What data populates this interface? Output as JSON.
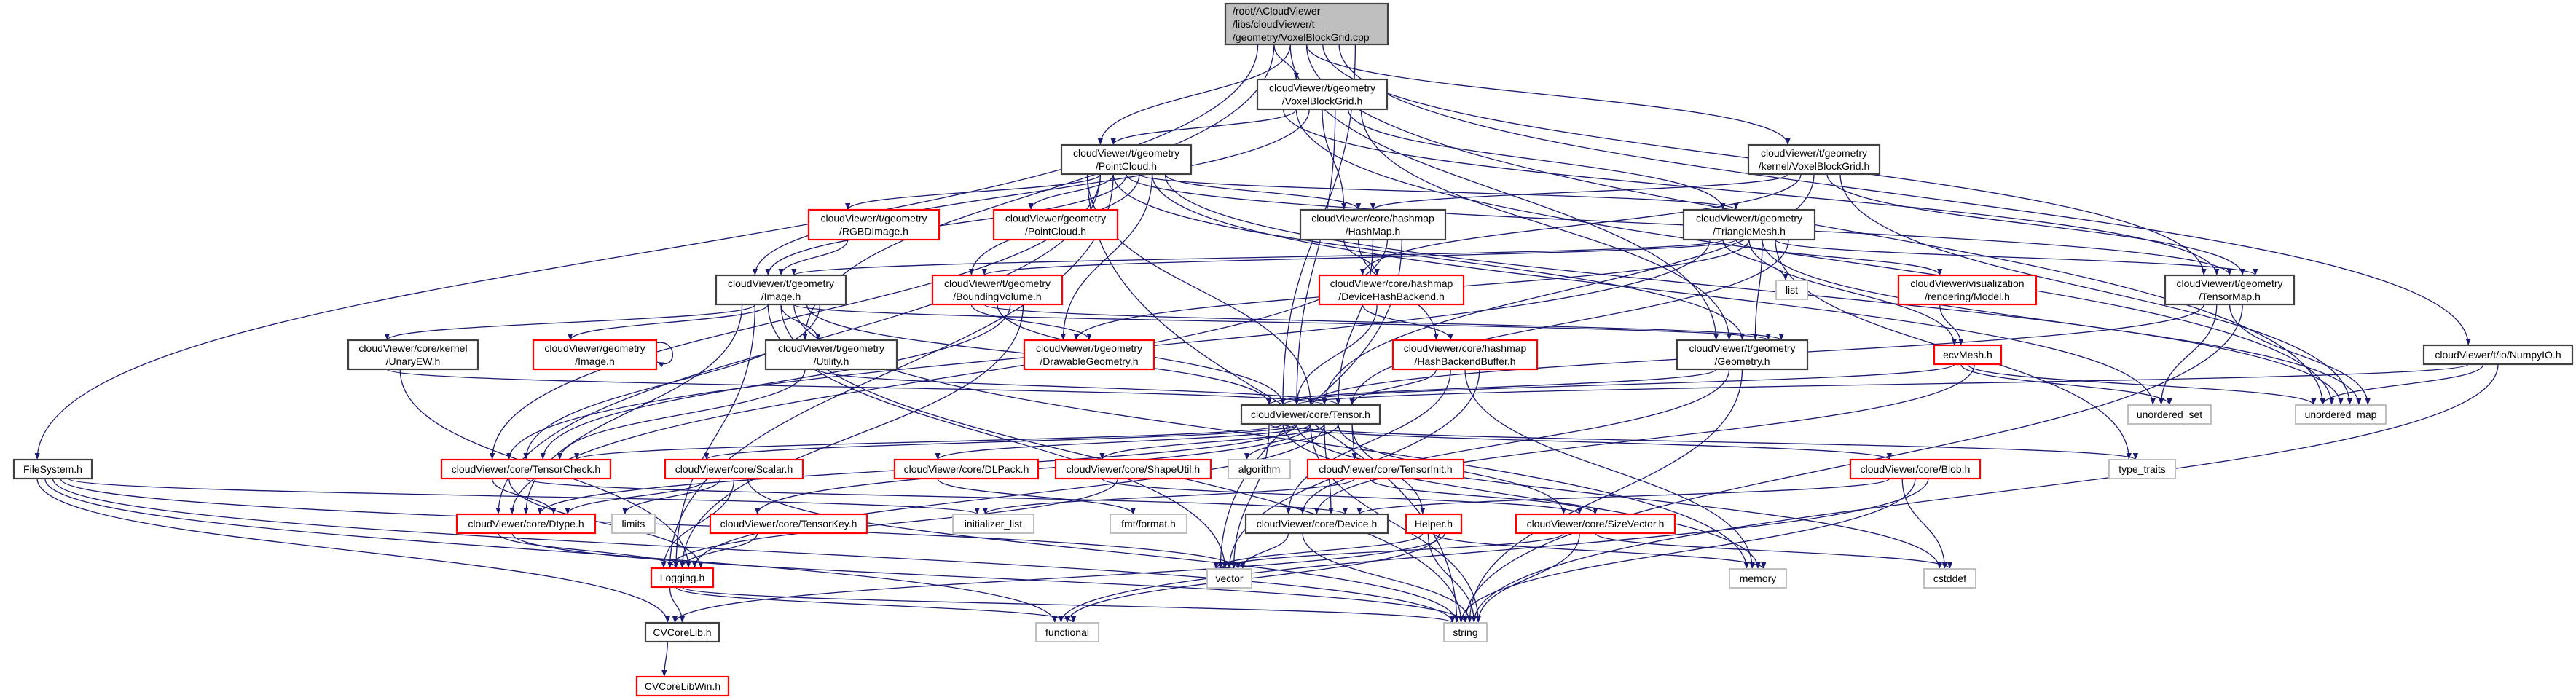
{
  "colors": {
    "edge": "#191970",
    "documented_border": "#404040",
    "truncated_border": "#ff0000",
    "system_border": "#bfbfbf",
    "root_fill": "#bfbfbf",
    "node_fill": "#ffffff"
  },
  "graph": {
    "nodes": [
      {
        "lines": [
          "/root/ACloudViewer",
          "/libs/cloudViewer/t",
          "/geometry/VoxelBlockGrid.cpp"
        ],
        "kind": "root"
      },
      {
        "lines": [
          "cloudViewer/t/geometry",
          "/VoxelBlockGrid.h"
        ],
        "kind": "documented"
      },
      {
        "lines": [
          "cloudViewer/t/geometry",
          "/PointCloud.h"
        ],
        "kind": "documented"
      },
      {
        "lines": [
          "cloudViewer/t/geometry",
          "/kernel/VoxelBlockGrid.h"
        ],
        "kind": "documented"
      },
      {
        "lines": [
          "cloudViewer/t/geometry",
          "/RGBDImage.h"
        ],
        "kind": "truncated"
      },
      {
        "lines": [
          "cloudViewer/geometry",
          "/PointCloud.h"
        ],
        "kind": "truncated"
      },
      {
        "lines": [
          "cloudViewer/core/hashmap",
          "/HashMap.h"
        ],
        "kind": "documented"
      },
      {
        "lines": [
          "cloudViewer/t/geometry",
          "/TriangleMesh.h"
        ],
        "kind": "documented"
      },
      {
        "lines": [
          "cloudViewer/t/geometry",
          "/Image.h"
        ],
        "kind": "documented"
      },
      {
        "lines": [
          "cloudViewer/t/geometry",
          "/BoundingVolume.h"
        ],
        "kind": "truncated"
      },
      {
        "lines": [
          "cloudViewer/core/hashmap",
          "/DeviceHashBackend.h"
        ],
        "kind": "truncated"
      },
      {
        "lines": [
          "list"
        ],
        "kind": "system"
      },
      {
        "lines": [
          "cloudViewer/visualization",
          "/rendering/Model.h"
        ],
        "kind": "truncated"
      },
      {
        "lines": [
          "cloudViewer/t/geometry",
          "/TensorMap.h"
        ],
        "kind": "documented"
      },
      {
        "lines": [
          "cloudViewer/core/kernel",
          "/UnaryEW.h"
        ],
        "kind": "documented"
      },
      {
        "lines": [
          "cloudViewer/geometry",
          "/Image.h"
        ],
        "kind": "truncated"
      },
      {
        "lines": [
          "cloudViewer/t/geometry",
          "/Utility.h"
        ],
        "kind": "documented"
      },
      {
        "lines": [
          "cloudViewer/t/geometry",
          "/DrawableGeometry.h"
        ],
        "kind": "truncated"
      },
      {
        "lines": [
          "cloudViewer/core/hashmap",
          "/HashBackendBuffer.h"
        ],
        "kind": "truncated"
      },
      {
        "lines": [
          "cloudViewer/t/geometry",
          "/Geometry.h"
        ],
        "kind": "documented"
      },
      {
        "lines": [
          "ecvMesh.h"
        ],
        "kind": "truncated"
      },
      {
        "lines": [
          "cloudViewer/t/io/NumpyIO.h"
        ],
        "kind": "documented"
      },
      {
        "lines": [
          "cloudViewer/core/Tensor.h"
        ],
        "kind": "documented"
      },
      {
        "lines": [
          "unordered_set"
        ],
        "kind": "system"
      },
      {
        "lines": [
          "unordered_map"
        ],
        "kind": "system"
      },
      {
        "lines": [
          "FileSystem.h"
        ],
        "kind": "documented"
      },
      {
        "lines": [
          "cloudViewer/core/TensorCheck.h"
        ],
        "kind": "truncated"
      },
      {
        "lines": [
          "cloudViewer/core/Scalar.h"
        ],
        "kind": "truncated"
      },
      {
        "lines": [
          "cloudViewer/core/DLPack.h"
        ],
        "kind": "truncated"
      },
      {
        "lines": [
          "cloudViewer/core/ShapeUtil.h"
        ],
        "kind": "truncated"
      },
      {
        "lines": [
          "algorithm"
        ],
        "kind": "system"
      },
      {
        "lines": [
          "cloudViewer/core/TensorInit.h"
        ],
        "kind": "truncated"
      },
      {
        "lines": [
          "cloudViewer/core/Blob.h"
        ],
        "kind": "truncated"
      },
      {
        "lines": [
          "type_traits"
        ],
        "kind": "system"
      },
      {
        "lines": [
          "cloudViewer/core/Dtype.h"
        ],
        "kind": "truncated"
      },
      {
        "lines": [
          "limits"
        ],
        "kind": "system"
      },
      {
        "lines": [
          "cloudViewer/core/TensorKey.h"
        ],
        "kind": "truncated"
      },
      {
        "lines": [
          "initializer_list"
        ],
        "kind": "system"
      },
      {
        "lines": [
          "fmt/format.h"
        ],
        "kind": "system"
      },
      {
        "lines": [
          "cloudViewer/core/Device.h"
        ],
        "kind": "documented"
      },
      {
        "lines": [
          "Helper.h"
        ],
        "kind": "truncated"
      },
      {
        "lines": [
          "cloudViewer/core/SizeVector.h"
        ],
        "kind": "truncated"
      },
      {
        "lines": [
          "vector"
        ],
        "kind": "system"
      },
      {
        "lines": [
          "memory"
        ],
        "kind": "system"
      },
      {
        "lines": [
          "cstddef"
        ],
        "kind": "system"
      },
      {
        "lines": [
          "Logging.h"
        ],
        "kind": "truncated"
      },
      {
        "lines": [
          "functional"
        ],
        "kind": "system"
      },
      {
        "lines": [
          "string"
        ],
        "kind": "system"
      },
      {
        "lines": [
          "CVCoreLib.h"
        ],
        "kind": "documented"
      },
      {
        "lines": [
          "CVCoreLibWin.h"
        ],
        "kind": "truncated"
      }
    ],
    "edges": [
      [
        0,
        1
      ],
      [
        0,
        2
      ],
      [
        0,
        3
      ],
      [
        0,
        13
      ],
      [
        0,
        21
      ],
      [
        0,
        22
      ],
      [
        0,
        25
      ],
      [
        0,
        16
      ],
      [
        0,
        19
      ],
      [
        0,
        24
      ],
      [
        1,
        2
      ],
      [
        1,
        8
      ],
      [
        1,
        6
      ],
      [
        1,
        22
      ],
      [
        1,
        7
      ],
      [
        1,
        19
      ],
      [
        1,
        13
      ],
      [
        1,
        24
      ],
      [
        2,
        4
      ],
      [
        2,
        5
      ],
      [
        2,
        8
      ],
      [
        2,
        9
      ],
      [
        2,
        17
      ],
      [
        2,
        6
      ],
      [
        2,
        22
      ],
      [
        2,
        26
      ],
      [
        2,
        19
      ],
      [
        2,
        13
      ],
      [
        2,
        7
      ],
      [
        2,
        23
      ],
      [
        2,
        24
      ],
      [
        2,
        47
      ],
      [
        2,
        34
      ],
      [
        2,
        45
      ],
      [
        3,
        6
      ],
      [
        3,
        10
      ],
      [
        3,
        22
      ],
      [
        3,
        13
      ],
      [
        3,
        24
      ],
      [
        4,
        8
      ],
      [
        6,
        10
      ],
      [
        6,
        18
      ],
      [
        6,
        22
      ],
      [
        6,
        34
      ],
      [
        6,
        42
      ],
      [
        7,
        8
      ],
      [
        7,
        9
      ],
      [
        7,
        17
      ],
      [
        7,
        19
      ],
      [
        7,
        13
      ],
      [
        7,
        22
      ],
      [
        7,
        26
      ],
      [
        7,
        11
      ],
      [
        7,
        12
      ],
      [
        7,
        20
      ],
      [
        7,
        24
      ],
      [
        7,
        33
      ],
      [
        8,
        14
      ],
      [
        8,
        15
      ],
      [
        8,
        16
      ],
      [
        8,
        19
      ],
      [
        8,
        22
      ],
      [
        8,
        26
      ],
      [
        8,
        34
      ],
      [
        8,
        45
      ],
      [
        8,
        42
      ],
      [
        8,
        47
      ],
      [
        8,
        43
      ],
      [
        9,
        17
      ],
      [
        9,
        19
      ],
      [
        9,
        22
      ],
      [
        9,
        26
      ],
      [
        9,
        45
      ],
      [
        10,
        18
      ],
      [
        10,
        22
      ],
      [
        12,
        20
      ],
      [
        13,
        22
      ],
      [
        13,
        23
      ],
      [
        13,
        24
      ],
      [
        13,
        47
      ],
      [
        14,
        22
      ],
      [
        14,
        45
      ],
      [
        15,
        15
      ],
      [
        16,
        26
      ],
      [
        16,
        22
      ],
      [
        18,
        22
      ],
      [
        18,
        39
      ],
      [
        18,
        43
      ],
      [
        18,
        42
      ],
      [
        19,
        22
      ],
      [
        19,
        39
      ],
      [
        19,
        47
      ],
      [
        20,
        22
      ],
      [
        20,
        23
      ],
      [
        20,
        24
      ],
      [
        20,
        39
      ],
      [
        21,
        22
      ],
      [
        21,
        24
      ],
      [
        21,
        47
      ],
      [
        22,
        26
      ],
      [
        22,
        27
      ],
      [
        22,
        28
      ],
      [
        22,
        29
      ],
      [
        22,
        30
      ],
      [
        22,
        31
      ],
      [
        22,
        32
      ],
      [
        22,
        33
      ],
      [
        22,
        34
      ],
      [
        22,
        36
      ],
      [
        22,
        39
      ],
      [
        22,
        41
      ],
      [
        22,
        40
      ],
      [
        22,
        42
      ],
      [
        22,
        43
      ],
      [
        22,
        44
      ],
      [
        22,
        47
      ],
      [
        22,
        45
      ],
      [
        25,
        48
      ],
      [
        25,
        46
      ],
      [
        25,
        47
      ],
      [
        25,
        42
      ],
      [
        25,
        37
      ],
      [
        26,
        34
      ],
      [
        26,
        45
      ],
      [
        26,
        39
      ],
      [
        27,
        34
      ],
      [
        27,
        35
      ],
      [
        27,
        45
      ],
      [
        27,
        47
      ],
      [
        28,
        38
      ],
      [
        29,
        41
      ],
      [
        29,
        45
      ],
      [
        31,
        37
      ],
      [
        31,
        41
      ],
      [
        32,
        39
      ],
      [
        32,
        44
      ],
      [
        32,
        47
      ],
      [
        32,
        46
      ],
      [
        34,
        45
      ],
      [
        34,
        47
      ],
      [
        36,
        45
      ],
      [
        39,
        42
      ],
      [
        39,
        47
      ],
      [
        40,
        42
      ],
      [
        40,
        47
      ],
      [
        40,
        43
      ],
      [
        40,
        46
      ],
      [
        40,
        48
      ],
      [
        41,
        42
      ],
      [
        41,
        47
      ],
      [
        41,
        44
      ],
      [
        45,
        48
      ],
      [
        45,
        46
      ],
      [
        45,
        47
      ],
      [
        48,
        49
      ]
    ]
  }
}
